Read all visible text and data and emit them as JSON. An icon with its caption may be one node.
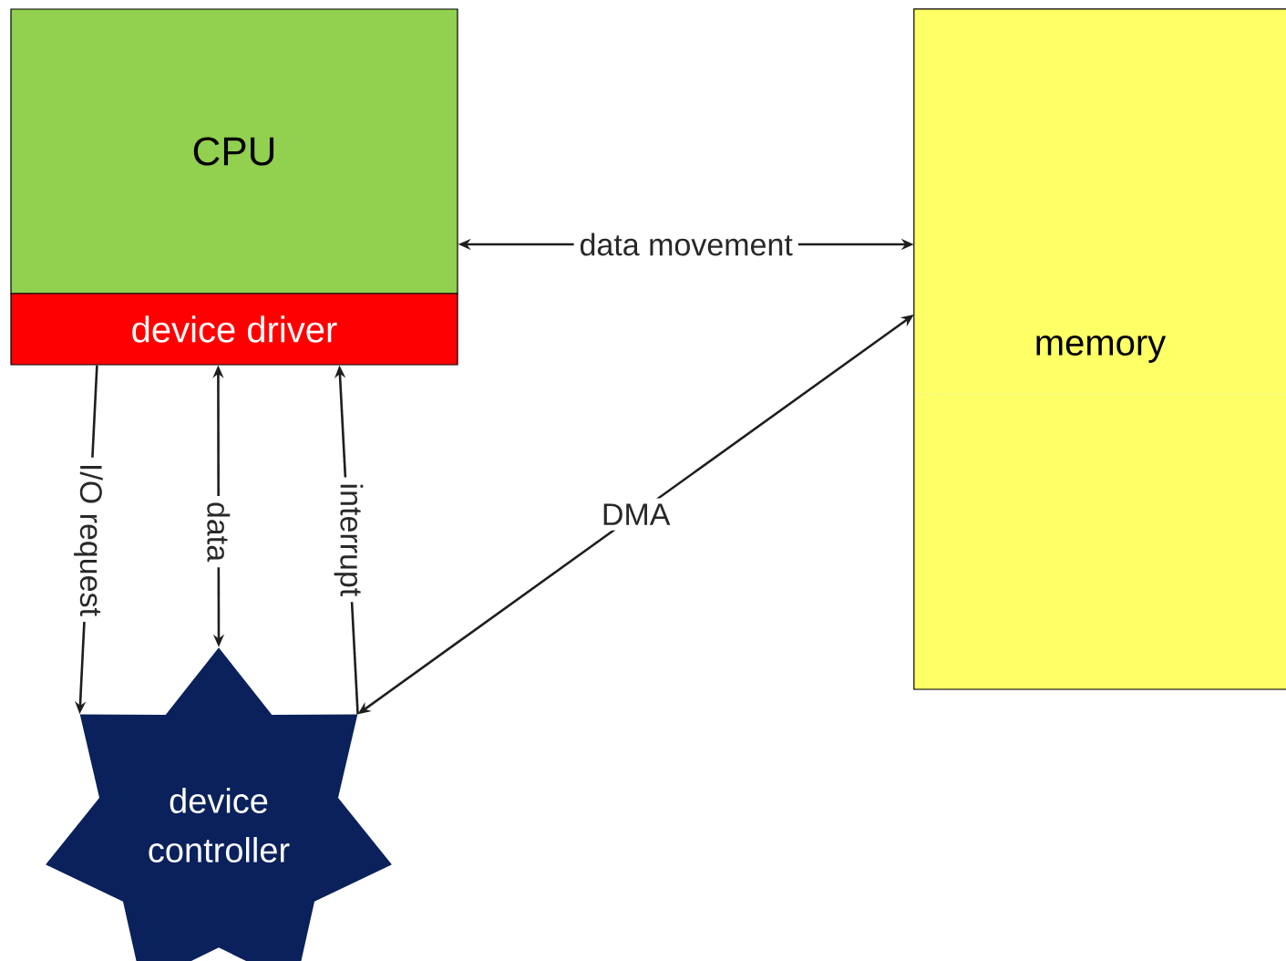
{
  "diagram": {
    "nodes": [
      {
        "text": [
          "CPU"
        ]
      },
      {
        "text": [
          "device driver"
        ]
      },
      {
        "text": [
          "memory"
        ]
      },
      {
        "text": [
          "device controller"
        ]
      }
    ],
    "edges": [
      {
        "from": 0,
        "to": 2,
        "arrow": "both",
        "label": "data movement"
      },
      {
        "from": 1,
        "to": 3,
        "arrow": "to",
        "label": "I/O request"
      },
      {
        "from": 1,
        "to": 3,
        "arrow": "both",
        "label": "data"
      },
      {
        "from": 3,
        "to": 1,
        "arrow": "to",
        "label": "interrupt"
      },
      {
        "from": 3,
        "to": 2,
        "arrow": "both",
        "label": "DMA"
      }
    ]
  }
}
